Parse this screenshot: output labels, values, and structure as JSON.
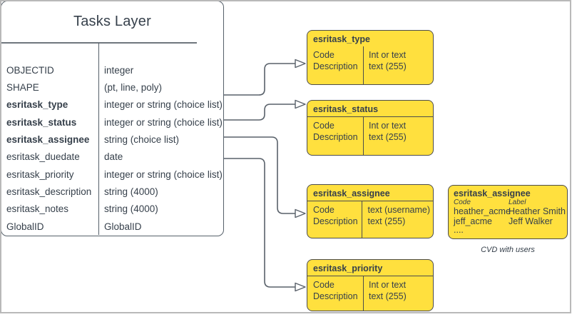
{
  "colors": {
    "diagram_text": "#36404b",
    "entity_outline": "#56606a",
    "domain_fill": "#ffe03e",
    "domain_outline": "#4c4c4c",
    "connector": "#59616a",
    "frame_border": "#b9b9b9"
  },
  "tasks_layer": {
    "title": "Tasks Layer",
    "fields": [
      {
        "name": "OBJECTID",
        "type": "integer"
      },
      {
        "name": "SHAPE",
        "type": "(pt, line, poly)"
      },
      {
        "name": "esritask_type",
        "type": "integer or string (choice list)"
      },
      {
        "name": "esritask_status",
        "type": "integer or string (choice list)"
      },
      {
        "name": "esritask_assignee",
        "type": "string (choice list)"
      },
      {
        "name": "esritask_duedate",
        "type": "date"
      },
      {
        "name": "esritask_priority",
        "type": "integer or string (choice list)"
      },
      {
        "name": "esritask_description",
        "type": "string (4000)"
      },
      {
        "name": "esritask_notes",
        "type": "string (4000)"
      },
      {
        "name": "GlobalID",
        "type": "GlobalID"
      }
    ]
  },
  "domains": [
    {
      "title": "esritask_type",
      "left": [
        "Code",
        "Description"
      ],
      "right": [
        "Int or text",
        "text (255)"
      ]
    },
    {
      "title": "esritask_status",
      "left": [
        "Code",
        "Description"
      ],
      "right": [
        "Int or text",
        "text (255)"
      ]
    },
    {
      "title": "esritask_assignee",
      "left": [
        "Code",
        "Description"
      ],
      "right": [
        "text  (username)",
        "text (255)"
      ]
    },
    {
      "title": "esritask_priority",
      "left": [
        "Code",
        "Description"
      ],
      "right": [
        "Int or text",
        "text (255)"
      ]
    }
  ],
  "assignee_cvd": {
    "title": "esritask_assignee",
    "col_headers": [
      "Code",
      "Label"
    ],
    "rows": [
      [
        "heather_acme",
        "Heather Smith"
      ],
      [
        "jeff_acme",
        "Jeff Walker"
      ]
    ],
    "more": "....",
    "caption": "CVD with users"
  }
}
